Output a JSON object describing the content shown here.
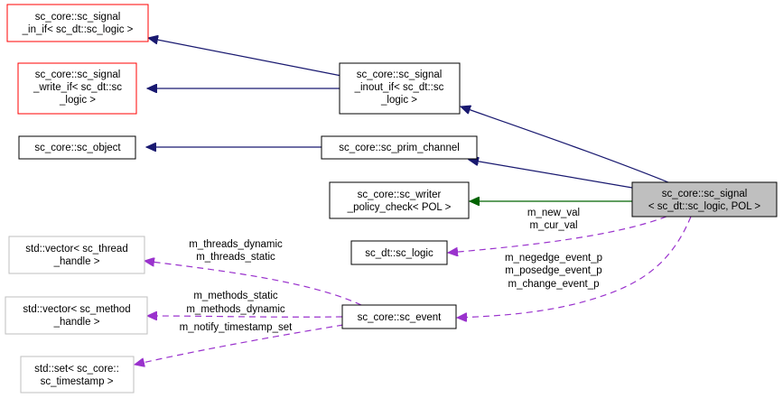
{
  "colors": {
    "normal_border": "#000000",
    "red_border": "#ff0000",
    "gray_border": "#bfbfbf",
    "highlight_fill": "#bfbfbf",
    "inherit_edge": "#191970",
    "private_edge": "#006400",
    "usage_edge": "#9a32cd"
  },
  "nodes": {
    "in_if": {
      "lines": [
        "sc_core::sc_signal",
        "_in_if< sc_dt::sc_logic >"
      ]
    },
    "write_if": {
      "lines": [
        "sc_core::sc_signal",
        "_write_if< sc_dt::sc",
        "_logic >"
      ]
    },
    "object": {
      "lines": [
        "sc_core::sc_object"
      ]
    },
    "inout_if": {
      "lines": [
        "sc_core::sc_signal",
        "_inout_if< sc_dt::sc",
        "_logic >"
      ]
    },
    "prim_channel": {
      "lines": [
        "sc_core::sc_prim_channel"
      ]
    },
    "signal": {
      "lines": [
        "sc_core::sc_signal",
        "< sc_dt::sc_logic, POL >"
      ]
    },
    "writer_policy": {
      "lines": [
        "sc_core::sc_writer",
        "_policy_check< POL >"
      ]
    },
    "logic": {
      "lines": [
        "sc_dt::sc_logic"
      ]
    },
    "event": {
      "lines": [
        "sc_core::sc_event"
      ]
    },
    "vec_thread": {
      "lines": [
        "std::vector< sc_thread",
        "_handle >"
      ]
    },
    "vec_method": {
      "lines": [
        "std::vector< sc_method",
        "_handle >"
      ]
    },
    "set_timestamp": {
      "lines": [
        "std::set< sc_core::",
        "sc_timestamp >"
      ]
    }
  },
  "edge_labels": {
    "val": [
      "m_new_val",
      "m_cur_val"
    ],
    "events": [
      "m_negedge_event_p",
      "m_posedge_event_p",
      "m_change_event_p"
    ],
    "threads": [
      "m_threads_dynamic",
      "m_threads_static"
    ],
    "methods": [
      "m_methods_static",
      "m_methods_dynamic"
    ],
    "timestamp": [
      "m_notify_timestamp_set"
    ]
  }
}
